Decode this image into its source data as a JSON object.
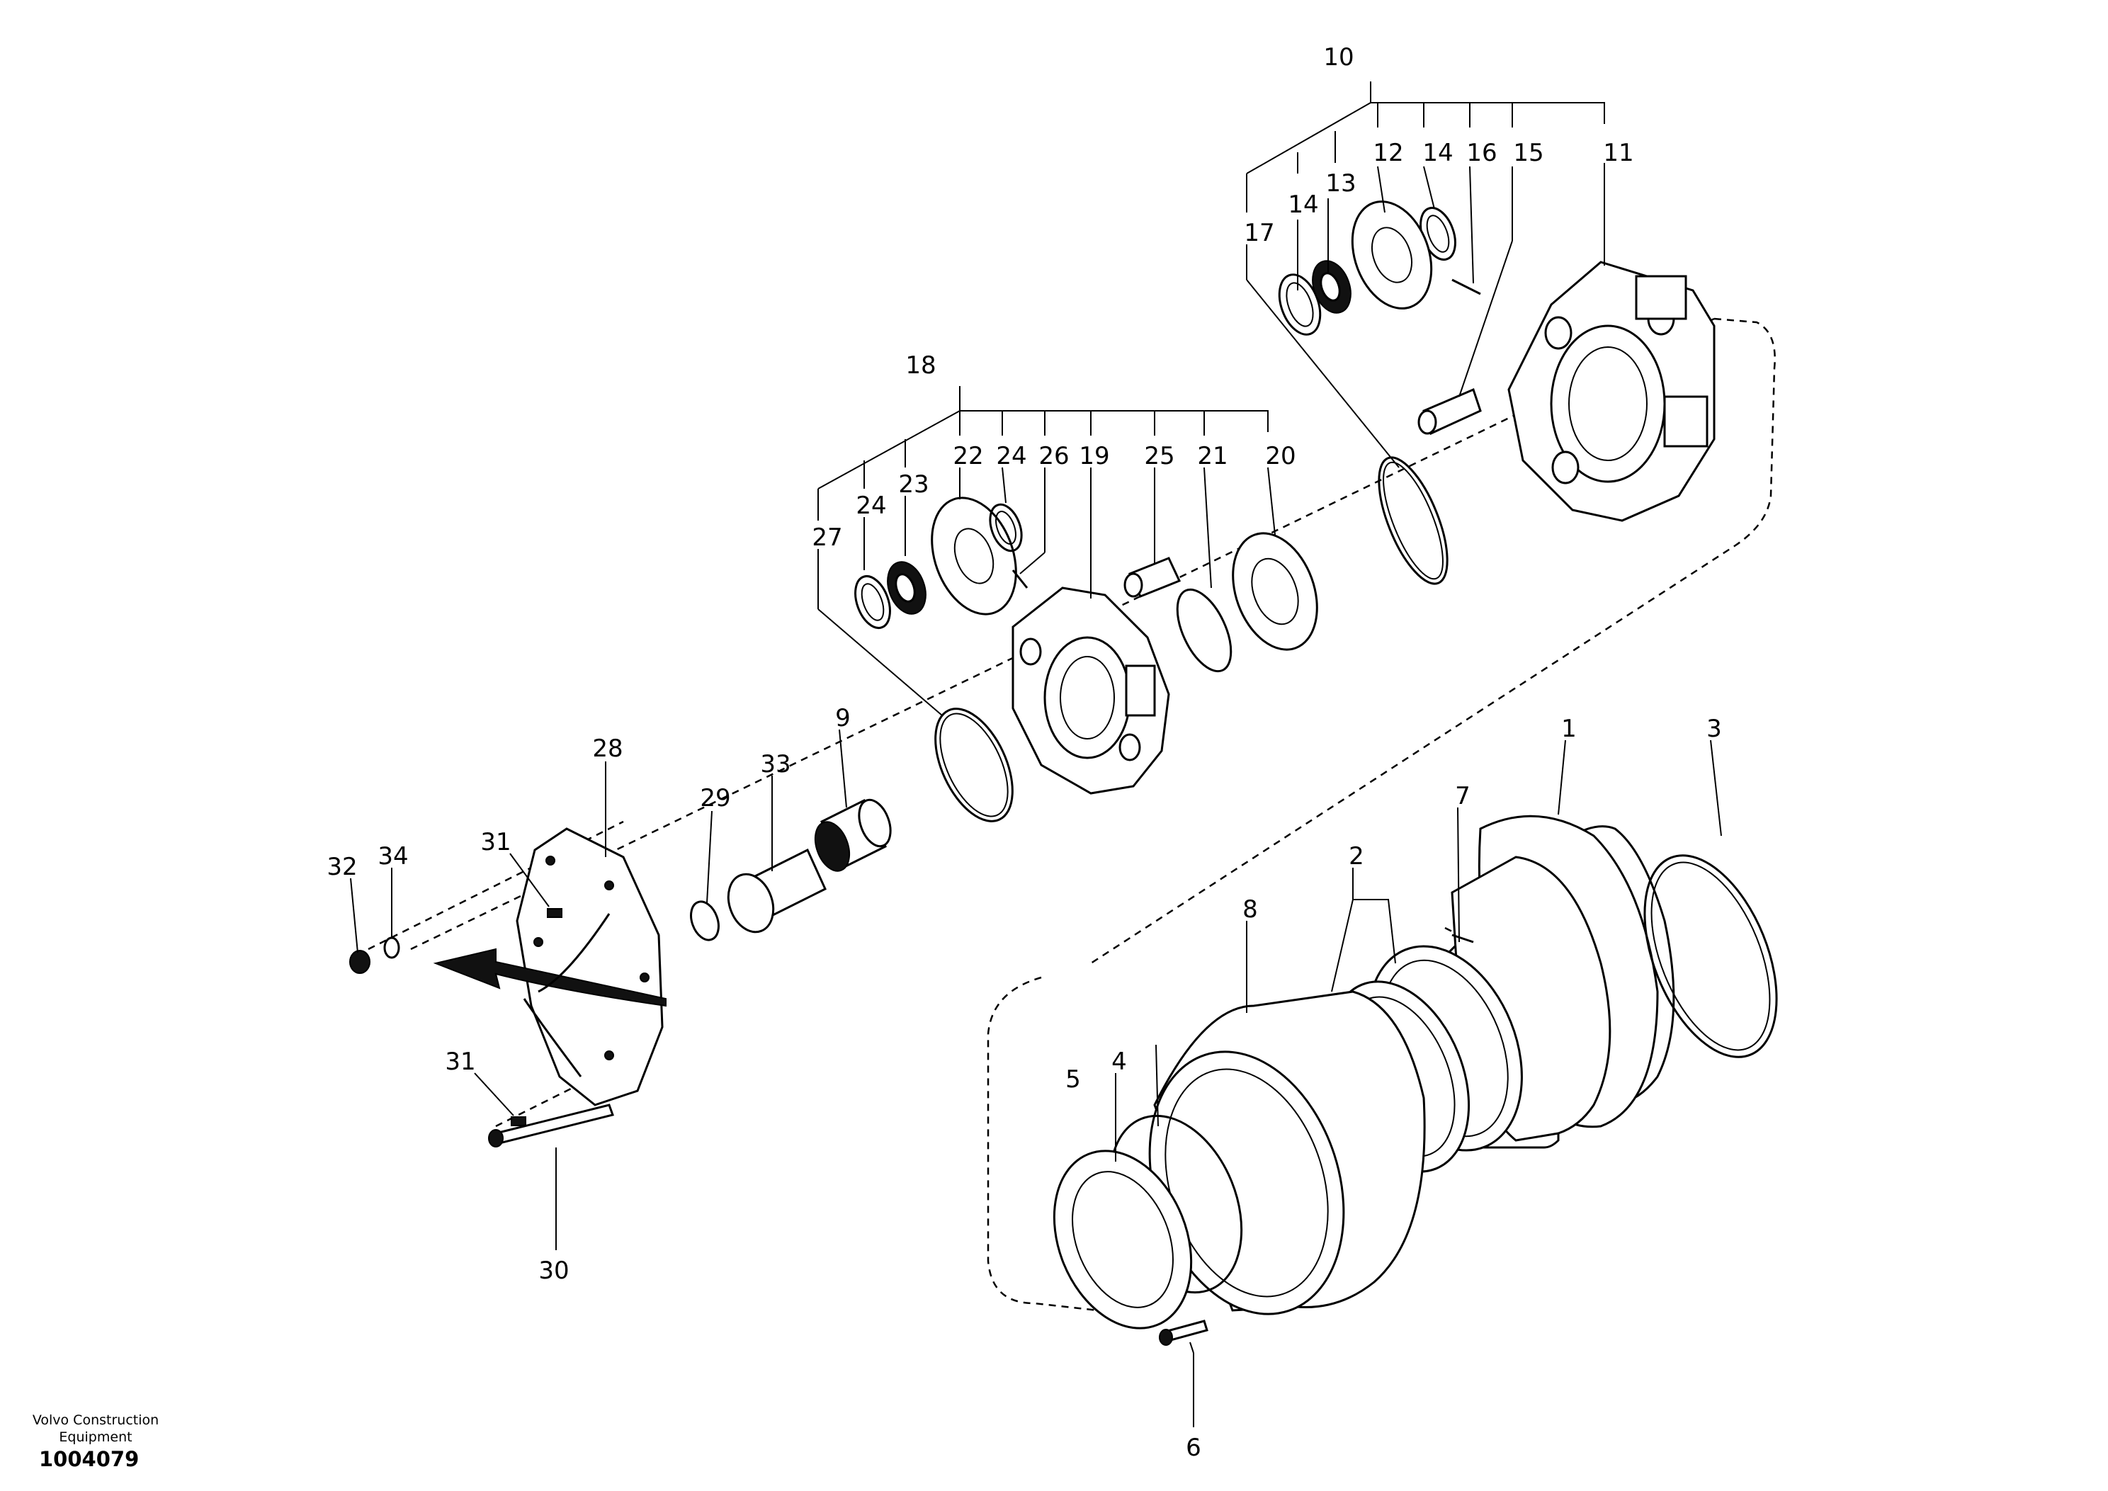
{
  "callouts": [
    "1",
    "2",
    "3",
    "4",
    "5",
    "6",
    "7",
    "8",
    "9",
    "10",
    "11",
    "12",
    "13",
    "14",
    "14",
    "15",
    "16",
    "17",
    "18",
    "19",
    "20",
    "21",
    "22",
    "23",
    "24",
    "24",
    "25",
    "26",
    "27",
    "28",
    "29",
    "30",
    "31",
    "31",
    "32",
    "33",
    "34"
  ],
  "footer": {
    "company_line1": "Volvo Construction",
    "company_line2": "Equipment",
    "drawing_number": "1004079"
  }
}
